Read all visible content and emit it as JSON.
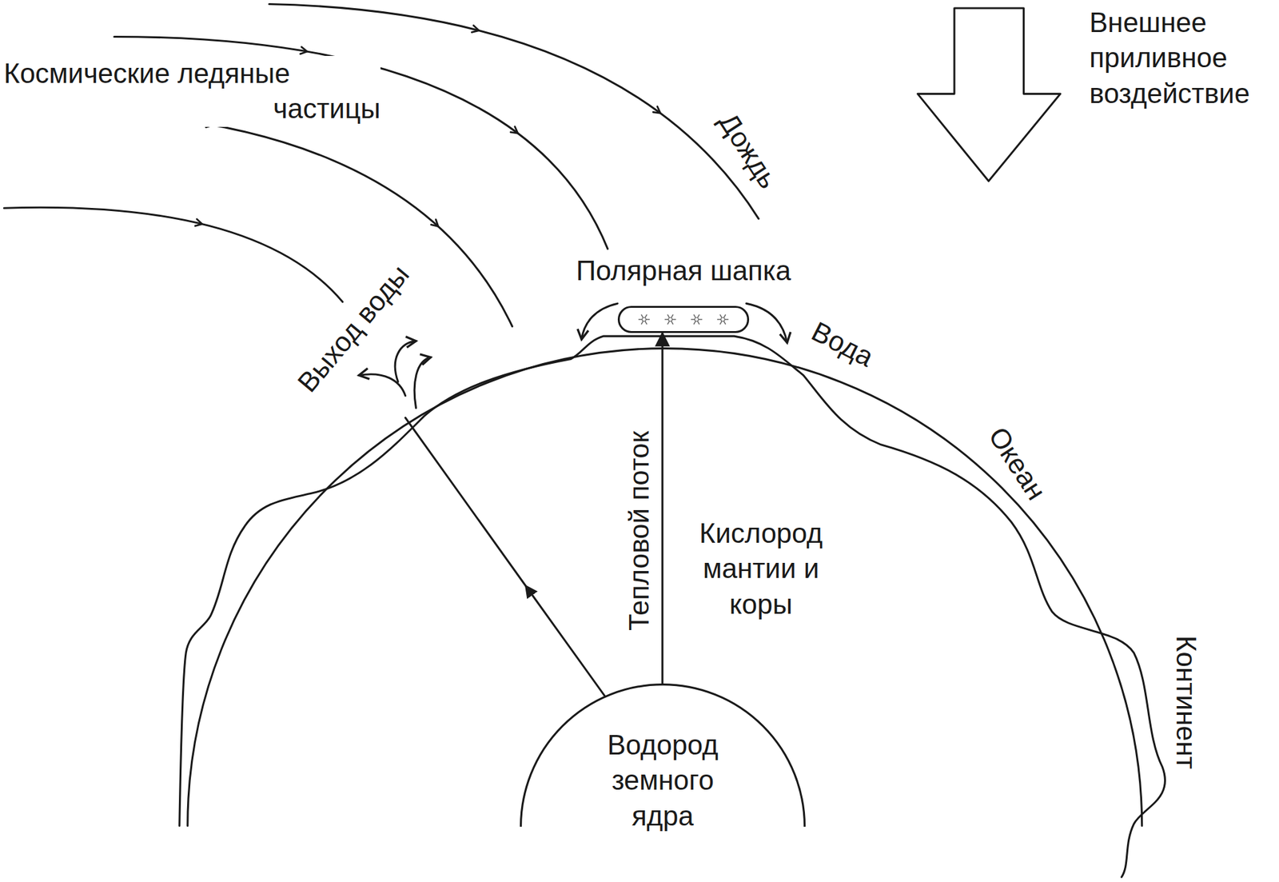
{
  "diagram": {
    "nodes": [
      {
        "text": [
          "Полярная шапка"
        ]
      },
      {
        "text": [
          "Водород земного ядра"
        ]
      }
    ],
    "edges": [
      {
        "from": 1,
        "to": 0,
        "arrow": "to",
        "label": "Тепловой поток"
      }
    ],
    "labels": [
      "Космические ледяные частицы",
      "Дождь",
      "Внешнее приливное воздействие",
      "Выход воды",
      "Вода",
      "Океан",
      "Континент",
      "Кислород мантии и коры"
    ]
  }
}
